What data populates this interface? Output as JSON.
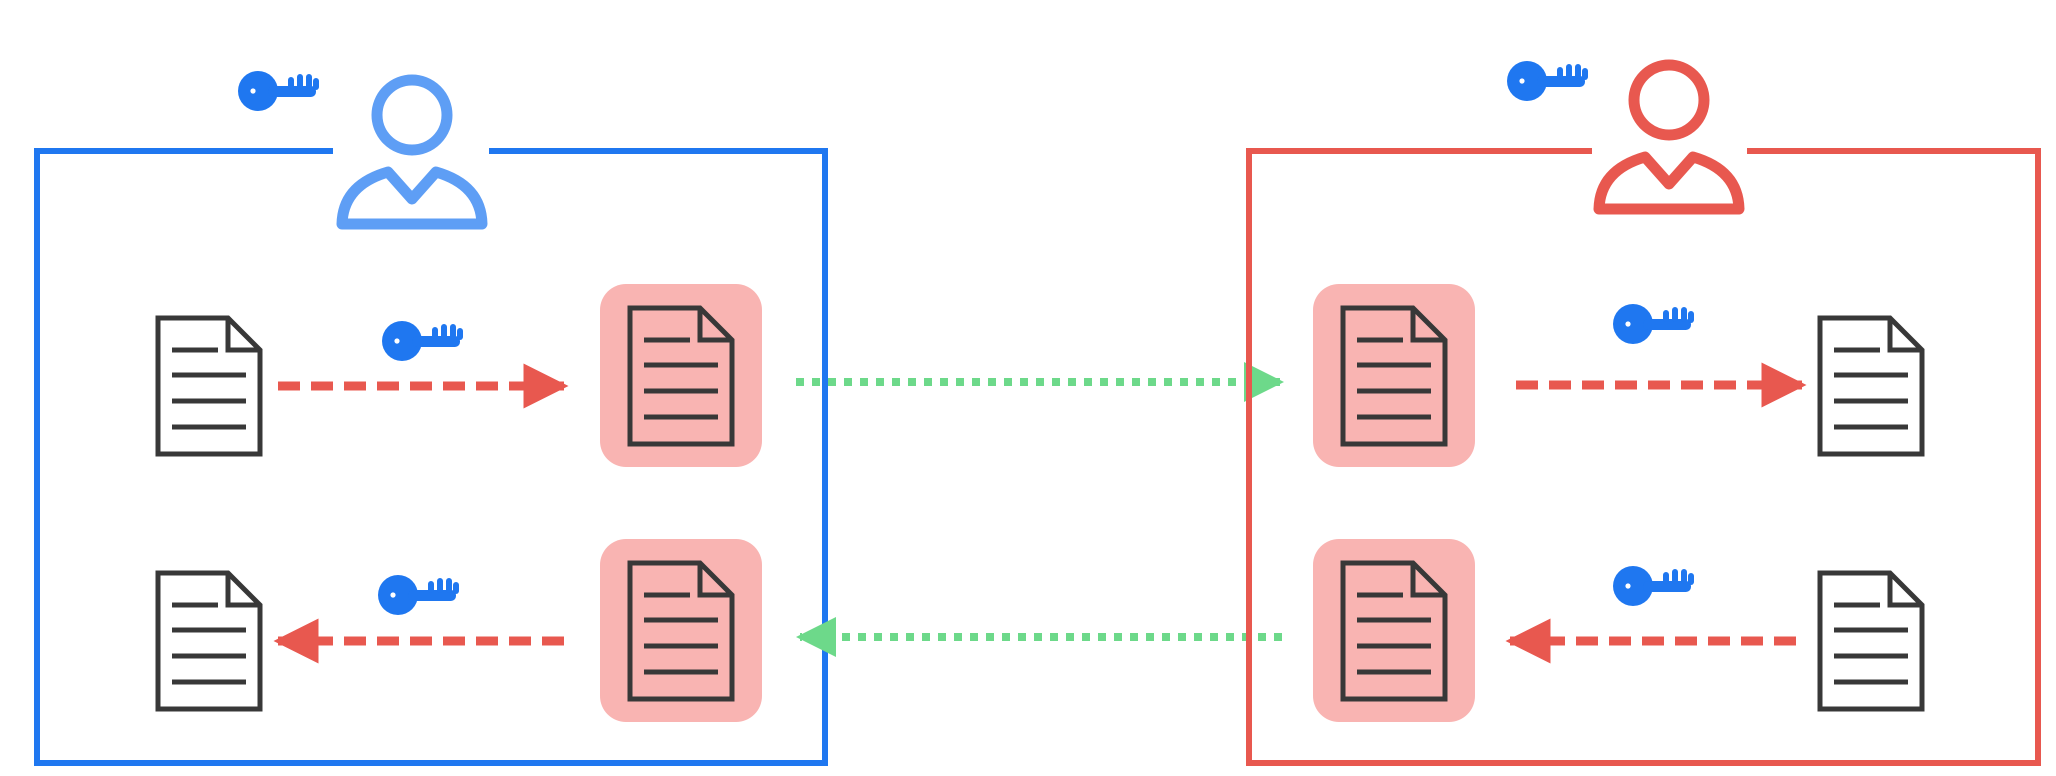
{
  "colors": {
    "background": "#ffffff",
    "left_party": "#1f77f0",
    "left_person": "#5e9ef5",
    "right_party": "#e8584f",
    "key": "#1f77f0",
    "encrypted_fill": "#f9b4b2",
    "document_stroke": "#383838",
    "local_arrow": "#e8584f",
    "transmit_arrow": "#6dd98a"
  },
  "parties": [
    {
      "id": "sender",
      "person_icon": "person-icon",
      "key_icon": "key-icon",
      "flows": [
        {
          "from": "plain-document",
          "to": "encrypted-document",
          "key": "key-icon",
          "direction": "right"
        },
        {
          "from": "encrypted-document",
          "to": "plain-document",
          "key": "key-icon",
          "direction": "left"
        }
      ]
    },
    {
      "id": "receiver",
      "person_icon": "person-icon",
      "key_icon": "key-icon",
      "flows": [
        {
          "from": "encrypted-document",
          "to": "plain-document",
          "key": "key-icon",
          "direction": "right"
        },
        {
          "from": "plain-document",
          "to": "encrypted-document",
          "key": "key-icon",
          "direction": "left"
        }
      ]
    }
  ],
  "transmissions": [
    {
      "from": "sender",
      "to": "receiver",
      "style": "dotted"
    },
    {
      "from": "receiver",
      "to": "sender",
      "style": "dotted"
    }
  ]
}
